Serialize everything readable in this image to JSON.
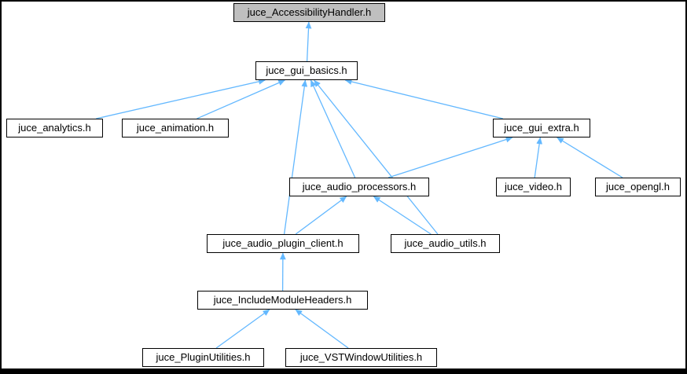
{
  "diagram": {
    "type": "include-dependency-graph",
    "root_file": "juce_AccessibilityHandler.h",
    "colors": {
      "edge": "#63B8FF",
      "node_fill": "#FFFFFF",
      "node_border": "#000000",
      "highlight_fill": "#BFBFBF",
      "text": "#000000",
      "frame": "#000000",
      "background": "#FFFFFF"
    },
    "nodes": [
      {
        "id": "accessibility",
        "label": "juce_AccessibilityHandler.h",
        "highlight": true
      },
      {
        "id": "gui_basics",
        "label": "juce_gui_basics.h"
      },
      {
        "id": "analytics",
        "label": "juce_analytics.h"
      },
      {
        "id": "animation",
        "label": "juce_animation.h"
      },
      {
        "id": "gui_extra",
        "label": "juce_gui_extra.h"
      },
      {
        "id": "audio_processors",
        "label": "juce_audio_processors.h"
      },
      {
        "id": "video",
        "label": "juce_video.h"
      },
      {
        "id": "opengl",
        "label": "juce_opengl.h"
      },
      {
        "id": "audio_plugin_client",
        "label": "juce_audio_plugin_client.h"
      },
      {
        "id": "audio_utils",
        "label": "juce_audio_utils.h"
      },
      {
        "id": "include_module_headers",
        "label": "juce_IncludeModuleHeaders.h"
      },
      {
        "id": "plugin_utilities",
        "label": "juce_PluginUtilities.h"
      },
      {
        "id": "vst_window_utilities",
        "label": "juce_VSTWindowUtilities.h"
      }
    ],
    "edges": [
      {
        "from": "gui_basics",
        "to": "accessibility"
      },
      {
        "from": "analytics",
        "to": "gui_basics"
      },
      {
        "from": "animation",
        "to": "gui_basics"
      },
      {
        "from": "gui_extra",
        "to": "gui_basics"
      },
      {
        "from": "audio_processors",
        "to": "gui_basics"
      },
      {
        "from": "audio_plugin_client",
        "to": "gui_basics"
      },
      {
        "from": "audio_utils",
        "to": "gui_basics"
      },
      {
        "from": "audio_processors",
        "to": "gui_extra"
      },
      {
        "from": "video",
        "to": "gui_extra"
      },
      {
        "from": "opengl",
        "to": "gui_extra"
      },
      {
        "from": "audio_plugin_client",
        "to": "audio_processors"
      },
      {
        "from": "audio_utils",
        "to": "audio_processors"
      },
      {
        "from": "include_module_headers",
        "to": "audio_plugin_client"
      },
      {
        "from": "plugin_utilities",
        "to": "include_module_headers"
      },
      {
        "from": "vst_window_utilities",
        "to": "include_module_headers"
      }
    ]
  }
}
